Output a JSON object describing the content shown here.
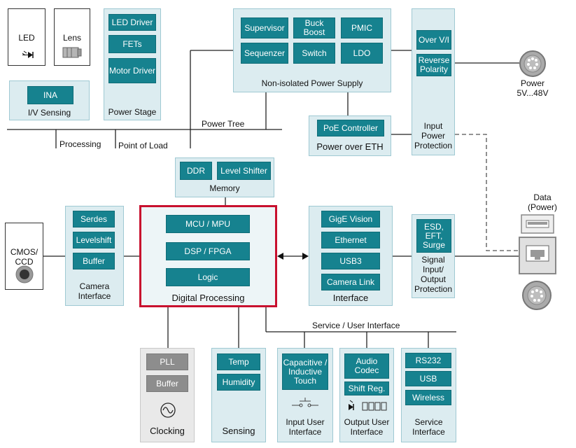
{
  "led_box": {
    "label": "LED"
  },
  "lens_box": {
    "label": "Lens"
  },
  "ina": {
    "chip": "INA",
    "caption": "I/V Sensing"
  },
  "power_stage": {
    "chips": [
      "LED Driver",
      "FETs",
      "Motor Driver"
    ],
    "caption": "Power Stage"
  },
  "psu": {
    "chips": [
      "Supervisor",
      "Buck Boost",
      "PMIC",
      "Sequenzer",
      "Switch",
      "LDO"
    ],
    "caption": "Non-isolated Power Supply"
  },
  "input_protection": {
    "chips": [
      "Over V/I",
      "Reverse Polarity"
    ],
    "caption": "Input Power Protection"
  },
  "power_connector": {
    "label": "Power 5V...48V"
  },
  "poe": {
    "chip": "PoE Controller",
    "caption": "Power over ETH"
  },
  "bus_labels": {
    "power_tree": "Power Tree",
    "processing": "Processing",
    "point_of_load": "Point of Load",
    "service": "Service / User Interface"
  },
  "memory": {
    "chips": [
      "DDR",
      "Level Shifter"
    ],
    "caption": "Memory"
  },
  "sensor": {
    "label": "CMOS/ CCD"
  },
  "camera_interface": {
    "chips": [
      "Serdes",
      "Levelshift",
      "Buffer"
    ],
    "caption": "Camera Interface"
  },
  "digital": {
    "chips": [
      "MCU / MPU",
      "DSP / FPGA",
      "Logic"
    ],
    "caption": "Digital Processing",
    "border_color": "#c8102e"
  },
  "interface": {
    "chips": [
      "GigE Vision",
      "Ethernet",
      "USB3",
      "Camera Link"
    ],
    "caption": "Interface"
  },
  "signal_protection": {
    "chip": "ESD, EFT, Surge",
    "caption": "Signal Input/ Output Protection"
  },
  "data_connector": {
    "label": "Data (Power)"
  },
  "clocking": {
    "chips": [
      "PLL",
      "Buffer"
    ],
    "caption": "Clocking"
  },
  "sensing": {
    "chips": [
      "Temp",
      "Humidity"
    ],
    "caption": "Sensing"
  },
  "input_ui": {
    "chip": "Capacitive / Inductive Touch",
    "caption": "Input User Interface"
  },
  "output_ui": {
    "chips": [
      "Audio Codec",
      "Shift Reg."
    ],
    "caption": "Output User Interface"
  },
  "service_interface": {
    "chips": [
      "RS232",
      "USB",
      "Wireless"
    ],
    "caption": "Service Interface"
  },
  "colors": {
    "chip": "#16828f",
    "block": "#dcecf0",
    "highlight": "#c8102e"
  }
}
